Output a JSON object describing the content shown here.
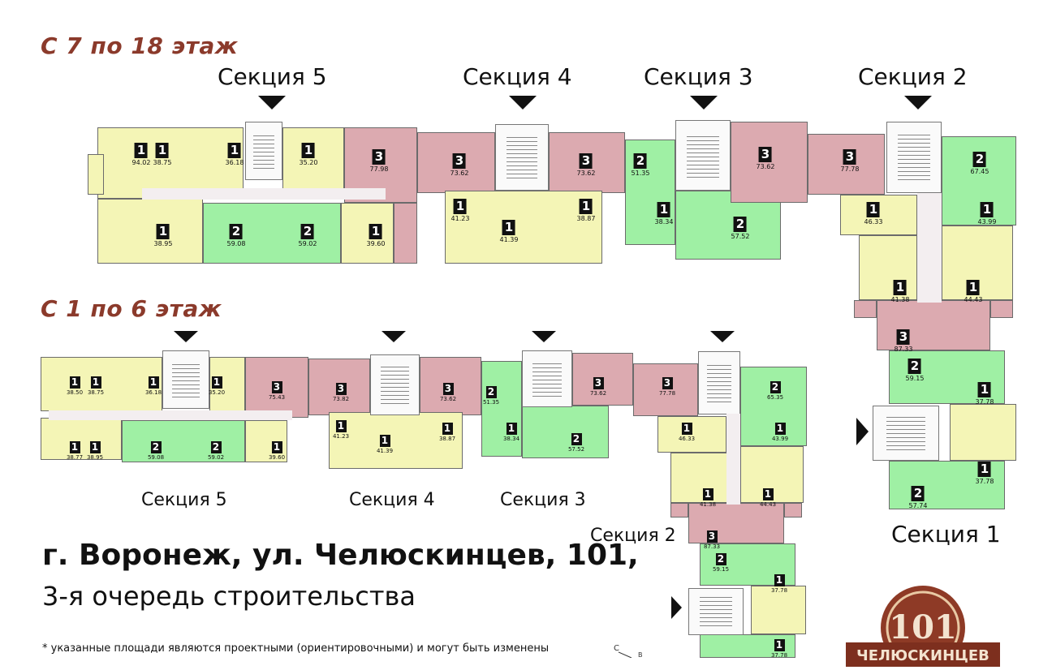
{
  "floors_7_18": {
    "title": "С 7 по 18 этаж",
    "sections": [
      "Секция 5",
      "Секция 4",
      "Секция 3",
      "Секция 2"
    ],
    "apartments": [
      {
        "rooms": "1",
        "area": "94.02"
      },
      {
        "rooms": "1",
        "area": "38.75"
      },
      {
        "rooms": "1",
        "area": "36.18"
      },
      {
        "rooms": "1",
        "area": "35.20"
      },
      {
        "rooms": "3",
        "area": "77.98"
      },
      {
        "rooms": "3",
        "area": "73.62"
      },
      {
        "rooms": "3",
        "area": "73.62"
      },
      {
        "rooms": "2",
        "area": "51.35"
      },
      {
        "rooms": "3",
        "area": "73.62"
      },
      {
        "rooms": "3",
        "area": "77.78"
      },
      {
        "rooms": "2",
        "area": "67.45"
      },
      {
        "rooms": "1",
        "area": "38.95"
      },
      {
        "rooms": "2",
        "area": "59.08"
      },
      {
        "rooms": "2",
        "area": "59.02"
      },
      {
        "rooms": "1",
        "area": "39.60"
      },
      {
        "rooms": "1",
        "area": "41.23"
      },
      {
        "rooms": "1",
        "area": "41.39"
      },
      {
        "rooms": "1",
        "area": "38.87"
      },
      {
        "rooms": "1",
        "area": "38.34"
      },
      {
        "rooms": "2",
        "area": "57.52"
      },
      {
        "rooms": "1",
        "area": "46.33"
      },
      {
        "rooms": "1",
        "area": "43.99"
      },
      {
        "rooms": "1",
        "area": "41.38"
      },
      {
        "rooms": "1",
        "area": "44.43"
      },
      {
        "rooms": "3",
        "area": "87.33"
      },
      {
        "rooms": "2",
        "area": "59.15"
      },
      {
        "rooms": "1",
        "area": "37.78"
      },
      {
        "rooms": "1",
        "area": "37.78"
      },
      {
        "rooms": "2",
        "area": "57.74"
      }
    ],
    "section_1": "Секция 1"
  },
  "floors_1_6": {
    "title": "С 1 по 6 этаж",
    "sections": [
      "Секция 5",
      "Секция 4",
      "Секция 3",
      "Секция 2"
    ],
    "apartments": [
      {
        "rooms": "1",
        "area": "38.50"
      },
      {
        "rooms": "1",
        "area": "38.75"
      },
      {
        "rooms": "1",
        "area": "36.18"
      },
      {
        "rooms": "1",
        "area": "35.20"
      },
      {
        "rooms": "3",
        "area": "75.43"
      },
      {
        "rooms": "3",
        "area": "73.82"
      },
      {
        "rooms": "3",
        "area": "73.62"
      },
      {
        "rooms": "2",
        "area": "51.35"
      },
      {
        "rooms": "3",
        "area": "73.62"
      },
      {
        "rooms": "3",
        "area": "77.78"
      },
      {
        "rooms": "2",
        "area": "65.35"
      },
      {
        "rooms": "1",
        "area": "38.77"
      },
      {
        "rooms": "1",
        "area": "38.95"
      },
      {
        "rooms": "2",
        "area": "59.08"
      },
      {
        "rooms": "2",
        "area": "59.02"
      },
      {
        "rooms": "1",
        "area": "39.60"
      },
      {
        "rooms": "1",
        "area": "41.23"
      },
      {
        "rooms": "1",
        "area": "41.39"
      },
      {
        "rooms": "1",
        "area": "38.87"
      },
      {
        "rooms": "1",
        "area": "38.34"
      },
      {
        "rooms": "2",
        "area": "57.52"
      },
      {
        "rooms": "1",
        "area": "46.33"
      },
      {
        "rooms": "1",
        "area": "43.99"
      },
      {
        "rooms": "1",
        "area": "41.38"
      },
      {
        "rooms": "1",
        "area": "44.43"
      },
      {
        "rooms": "3",
        "area": "87.33"
      },
      {
        "rooms": "2",
        "area": "59.15"
      },
      {
        "rooms": "1",
        "area": "37.78"
      },
      {
        "rooms": "1",
        "area": "37.78"
      }
    ]
  },
  "address": "г. Воронеж, ул. Челюскинцев, 101,",
  "stage": "3-я очередь строительства",
  "footnote": "* указанные площади являются проектными (ориентировочными) и могут быть изменены",
  "logo": {
    "number": "101",
    "text": "ЧЕЛЮСКИНЦЕВ"
  },
  "colors": {
    "one_room": "#f4f5b6",
    "two_room": "#9ff0a4",
    "three_room": "#dcaab0",
    "title": "#8b3a2b"
  }
}
